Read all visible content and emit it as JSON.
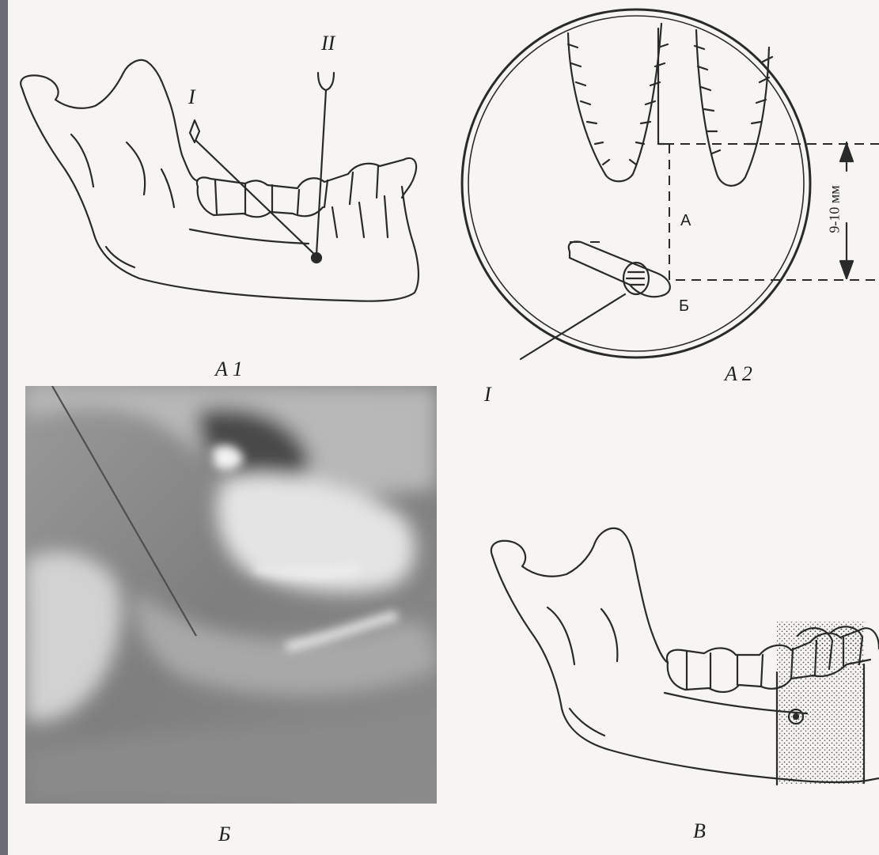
{
  "figure": {
    "panel_a1": {
      "caption": "A 1",
      "label_needle_1": "I",
      "label_needle_2": "II"
    },
    "panel_a2": {
      "caption": "A 2",
      "label_a": "А",
      "label_b": "Б",
      "label_pointer": "I",
      "measurement": "9-10 мм"
    },
    "panel_b": {
      "caption": "Б"
    },
    "panel_v": {
      "caption": "В"
    }
  },
  "colors": {
    "page": "#f6f5f1",
    "frame": "#6c6c74",
    "ink": "#2a2a2a"
  }
}
